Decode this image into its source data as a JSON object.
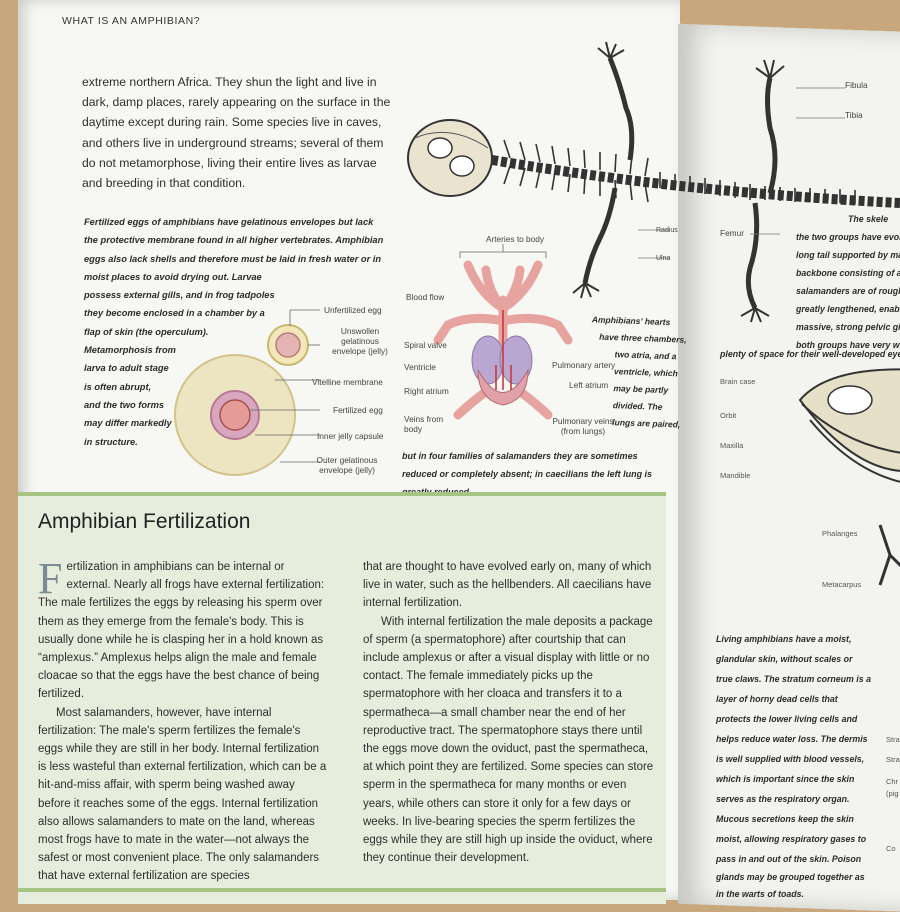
{
  "running_head": "WHAT IS AN AMPHIBIAN?",
  "intro_text": "extreme northern Africa. They shun the light and live in dark, damp places, rarely appearing on the surface in the daytime except during rain. Some species live in caves, and others live in underground streams; several of them do not metamorphose, living their entire lives as larvae and breeding in that condition.",
  "fertilization_caption": [
    "Fertilized eggs of amphibians have gelatinous envelopes but lack",
    "the protective membrane found in all higher vertebrates. Amphibian",
    "eggs also lack shells and therefore must be laid in fresh water or in",
    "moist places to avoid drying out. Larvae",
    "possess external gills, and in frog tadpoles",
    "they become enclosed in a chamber by a",
    "flap of skin (the operculum).",
    "Metamorphosis from",
    "larva to adult stage",
    "is often abrupt,",
    "and the two forms",
    "may differ markedly",
    "in structure."
  ],
  "egg_labels": {
    "unfertilized": "Unfertilized egg",
    "unswollen": "Unswollen gelatinous envelope (jelly)",
    "vitelline": "Vitelline membrane",
    "fertilized": "Fertilized egg",
    "inner_jelly": "Inner jelly capsule",
    "outer_jelly": "Outer gelatinous envelope (jelly)"
  },
  "heart_labels": {
    "arteries": "Arteries to body",
    "blood_flow": "Blood flow",
    "spiral_valve": "Spiral valve",
    "ventricle": "Ventricle",
    "right_atrium": "Right atrium",
    "veins_from_body": "Veins from body",
    "pulmonary_artery": "Pulmonary artery",
    "left_atrium": "Left atrium",
    "pulmonary_veins": "Pulmonary veins (from lungs)"
  },
  "heart_caption": [
    "Amphibians' hearts",
    "have three chambers,",
    "two atria, and a",
    "ventricle, which",
    "may be partly",
    "divided. The",
    "lungs are paired,"
  ],
  "heart_caption_end": "but in four families of salamanders they are sometimes reduced or completely absent; in caecilians the left lung is greatly reduced.",
  "skeleton_labels": {
    "fibula": "Fibula",
    "tibia": "Tibia",
    "radius": "Radius",
    "ulna": "Ulna",
    "femur": "Femur"
  },
  "panel": {
    "title": "Amphibian Fertilization",
    "dropcap": "F",
    "p1": "ertilization in amphibians can be internal or external. Nearly all frogs have external fertilization: The male fertilizes the eggs by releasing his sperm over them as they emerge from the female's body. This is usually done while he is clasping her in a hold known as “amplexus.” Amplexus helps align the male and female cloacae so that the eggs have the best chance of being fertilized.",
    "p2": "Most salamanders, however, have internal fertilization: The male's sperm fertilizes the female's eggs while they are still in her body. Internal fertilization is less wasteful than external fertilization, which can be a hit-and-miss affair, with sperm being washed away before it reaches some of the eggs. Internal fertilization also allows salamanders to mate on the land, whereas most frogs have to mate in the water—not always the safest or most convenient place. The only salamanders that have external fertilization are species",
    "p3": "that are thought to have evolved early on, many of which live in water, such as the hellbenders. All caecilians have internal fertilization.",
    "p4": "With internal fertilization the male deposits a package of sperm (a spermatophore) after courtship that can include amplexus or after a visual display with little or no contact. The female immediately picks up the spermatophore with her cloaca and transfers it to a spermatheca—a small chamber near the end of her reproductive tract. The spermatophore stays there until the eggs move down the oviduct, past the spermatheca, at which point they are fertilized. Some species can store sperm in the spermatheca for many months or even years, while others can store it only for a few days or weeks. In live-bearing species the sperm fertilizes the eggs while they are still high up inside the oviduct, where they continue their development."
  },
  "right_page": {
    "skeleton_caption": [
      "The skele",
      "the two groups have evolv",
      "long tail supported by mar",
      "backbone consisting of a g",
      "salamanders are of roughly",
      "greatly lengthened, enabli",
      "massive, strong pelvic gird",
      "both groups have very wic",
      "plenty of space for their well-developed eyes."
    ],
    "skull_labels": {
      "brain_case": "Brain case",
      "orbit": "Orbit",
      "maxilla": "Maxilla",
      "mandible": "Mandible",
      "phalanges": "Phalanges",
      "metacarpus": "Metacarpus"
    },
    "skin_caption": [
      "Living amphibians have a moist,",
      "glandular skin, without scales or",
      "true claws. The stratum corneum is a",
      "layer of horny dead cells that",
      "protects the lower living cells and",
      "helps reduce water loss. The dermis",
      "is well supplied with blood vessels,",
      "which is important since the skin",
      "serves as the respiratory organ.",
      "Mucous secretions keep the skin",
      "moist, allowing respiratory gases to",
      "pass in and out of the skin. Poison",
      "glands may be grouped together as",
      "in the warts of toads."
    ],
    "edge_labels": [
      "Stra",
      "Stra",
      "Chr",
      "(pig",
      "Co"
    ]
  }
}
